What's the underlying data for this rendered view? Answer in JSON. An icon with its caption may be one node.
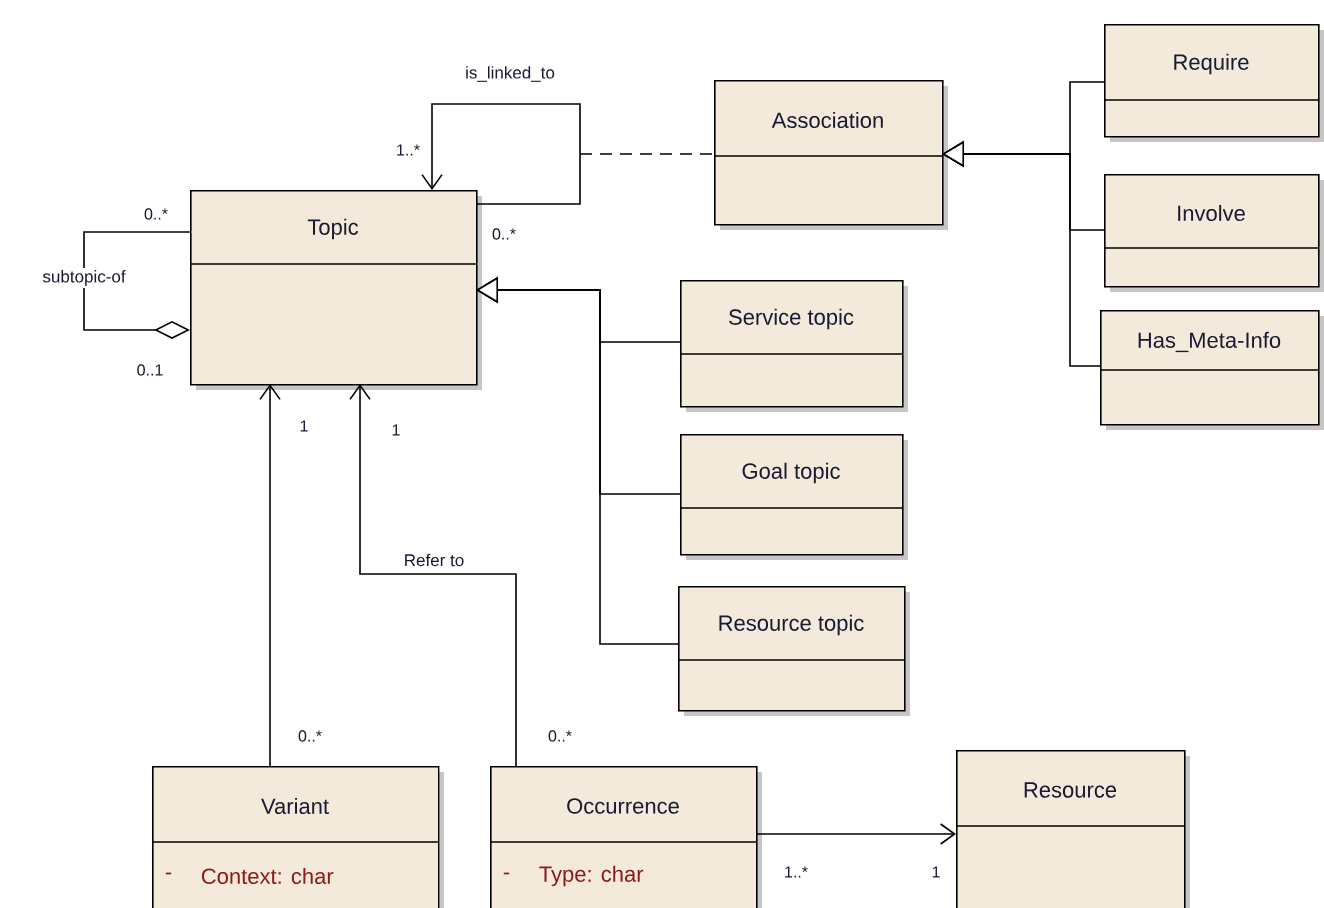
{
  "diagram": {
    "nodes": [
      {
        "text": [
          "Topic"
        ]
      },
      {
        "text": [
          "Association"
        ]
      },
      {
        "text": [
          "Require"
        ]
      },
      {
        "text": [
          "Involve"
        ]
      },
      {
        "text": [
          "Has_Meta-Info"
        ]
      },
      {
        "text": [
          "Service topic"
        ]
      },
      {
        "text": [
          "Goal topic"
        ]
      },
      {
        "text": [
          "Resource topic"
        ]
      },
      {
        "text": [
          "Variant",
          "-",
          "Context:  char"
        ]
      },
      {
        "text": [
          "Occurrence",
          "-",
          "Type:  char"
        ]
      },
      {
        "text": [
          "Resource"
        ]
      }
    ],
    "edges": [
      {
        "from": 0,
        "to": 0,
        "arrow": "to",
        "label": "is_linked_to"
      },
      {
        "from": null,
        "to": 1,
        "arrow": "none",
        "style": "dashed"
      },
      {
        "from": 0,
        "to": 0,
        "arrow": "other",
        "label": "subtopic-of"
      },
      {
        "from": 5,
        "to": 0,
        "arrow": "to"
      },
      {
        "from": 6,
        "to": 0,
        "arrow": "to"
      },
      {
        "from": 7,
        "to": 0,
        "arrow": "to"
      },
      {
        "from": 2,
        "to": 1,
        "arrow": "to"
      },
      {
        "from": 3,
        "to": 1,
        "arrow": "to"
      },
      {
        "from": 4,
        "to": 1,
        "arrow": "to"
      },
      {
        "from": 8,
        "to": 0,
        "arrow": "to"
      },
      {
        "from": 9,
        "to": 0,
        "arrow": "to",
        "label": "Refer to"
      },
      {
        "from": 9,
        "to": 10,
        "arrow": "to"
      }
    ],
    "labels": [
      "1..*",
      "0..*",
      "0..*",
      "0..1",
      "1",
      "1",
      "0..*",
      "0..*",
      "1..*",
      "1"
    ]
  }
}
